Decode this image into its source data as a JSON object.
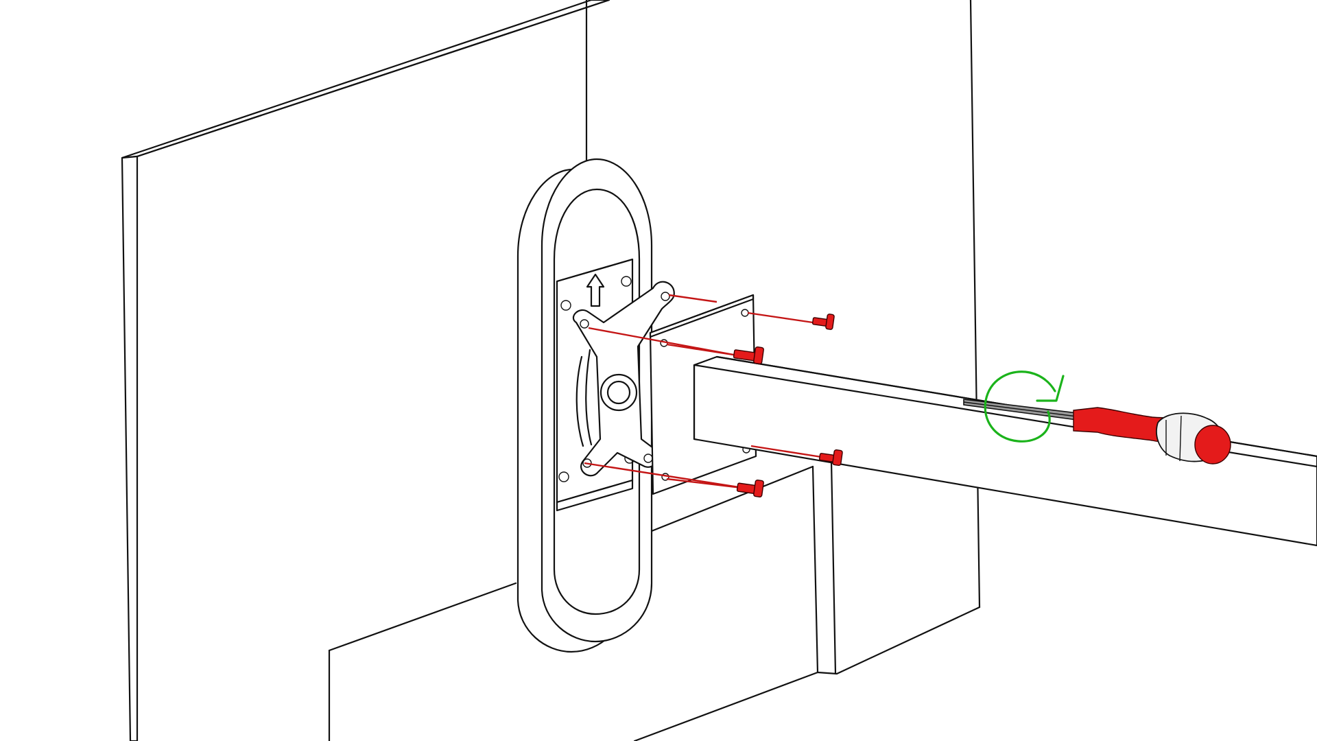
{
  "figure": {
    "type": "assembly-instruction-illustration",
    "step_action": "tighten-screws-clockwise",
    "screw_count": 4,
    "colors": {
      "line": "#111111",
      "background": "#ffffff",
      "screw": "#e41b1b",
      "screwdriver_handle": "#e41b1b",
      "rotation_arrow": "#1bb31b",
      "screwdriver_shaft": "#9a9a9a"
    },
    "icons": {
      "rotation": "clockwise-arrow-icon",
      "orientation": "up-arrow-icon"
    }
  }
}
